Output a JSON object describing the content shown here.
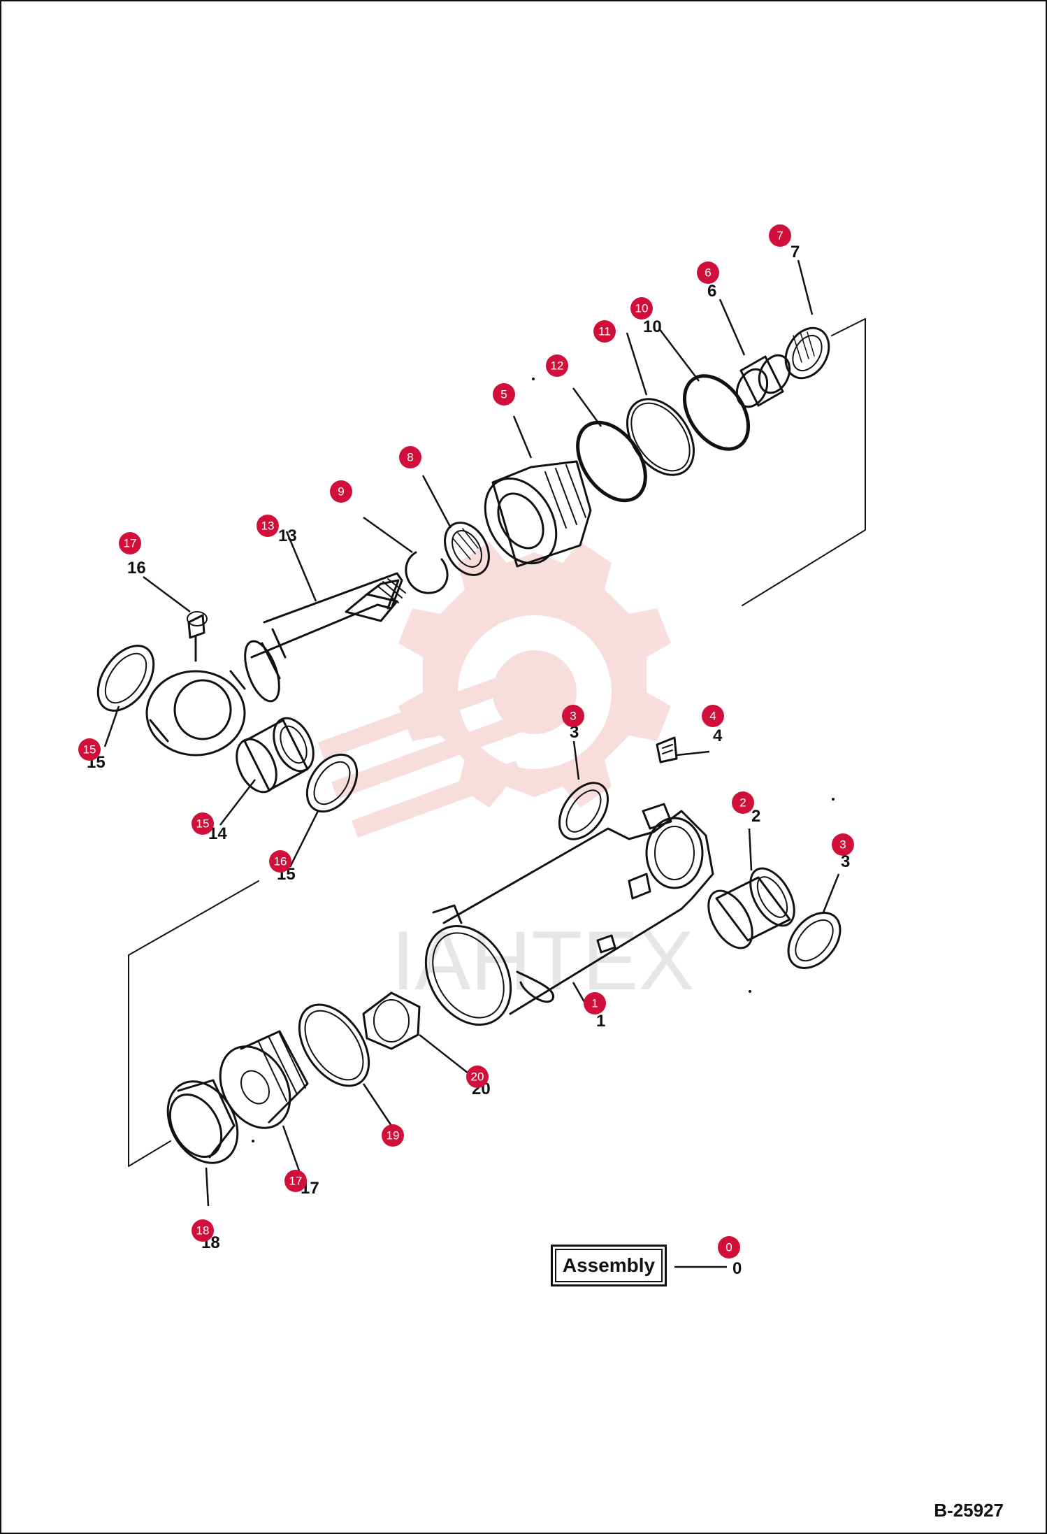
{
  "callouts": [
    {
      "id": "0",
      "label": "0"
    },
    {
      "id": "1",
      "label": "1"
    },
    {
      "id": "2",
      "label": "2"
    },
    {
      "id": "3a",
      "label": "3"
    },
    {
      "id": "3b",
      "label": "3"
    },
    {
      "id": "4",
      "label": "4"
    },
    {
      "id": "5",
      "label": "5"
    },
    {
      "id": "6",
      "label": "6"
    },
    {
      "id": "7",
      "label": "7"
    },
    {
      "id": "8",
      "label": "8"
    },
    {
      "id": "9",
      "label": "9"
    },
    {
      "id": "10",
      "label": "10"
    },
    {
      "id": "11",
      "label": "11"
    },
    {
      "id": "12",
      "label": "12"
    },
    {
      "id": "13",
      "label": "13"
    },
    {
      "id": "14",
      "label": "14"
    },
    {
      "id": "15a",
      "label": "15"
    },
    {
      "id": "15b",
      "label": "15"
    },
    {
      "id": "16",
      "label": "16"
    },
    {
      "id": "17",
      "label": "17"
    },
    {
      "id": "18",
      "label": "18"
    },
    {
      "id": "19",
      "label": "19"
    },
    {
      "id": "20",
      "label": "20"
    }
  ],
  "part_numbers": {
    "n0": "0",
    "n1": "1",
    "n2": "2",
    "n3a": "3",
    "n3b": "3",
    "n4": "4",
    "n6": "6",
    "n7": "7",
    "n10": "10",
    "n13": "13",
    "n14": "14",
    "n15a": "15",
    "n15b": "15",
    "n16": "16",
    "n17": "17",
    "n18": "18",
    "n20": "20"
  },
  "assembly_label": "Assembly",
  "watermark_text": "IAHTEX",
  "page_code": "B-25927",
  "colors": {
    "badge": "#d0103a",
    "line": "#111111",
    "watermark": "#f3c3c3"
  }
}
